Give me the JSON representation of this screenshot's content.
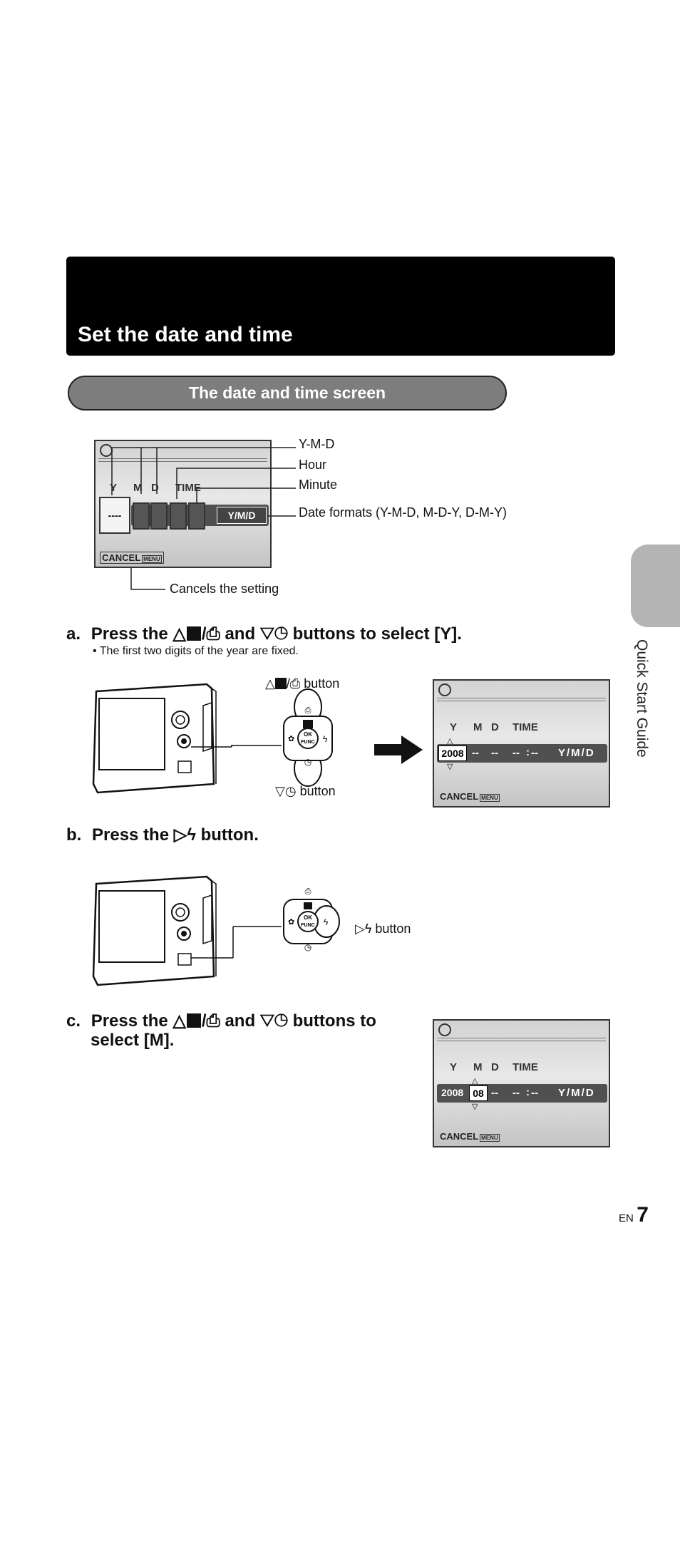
{
  "section": {
    "title": "Set the date and time",
    "subtitle": "The date and time screen"
  },
  "side_tab": {
    "label": "Quick Start Guide"
  },
  "diagram": {
    "callouts": [
      "Y-M-D",
      "Hour",
      "Minute",
      "Date formats (Y-M-D, M-D-Y, D-M-Y)",
      "Cancels the setting"
    ],
    "screen": {
      "y": "Y",
      "m": "M",
      "d": "D",
      "time": "TIME",
      "format": "Y/M/D",
      "cancel": "CANCEL",
      "menu": "MENU",
      "placeholder": "----"
    }
  },
  "step_a": {
    "letter": "a.",
    "pre": "Press the",
    "mid": "and",
    "post": "buttons to select [Y].",
    "note": "The first two digits of the year are fixed.",
    "up_label": "button",
    "down_label": "button",
    "screen": {
      "y": "Y",
      "m": "M",
      "d": "D",
      "time": "TIME",
      "year": "2008",
      "month": "--",
      "day": "--",
      "hour": "--",
      "min": "--",
      "format": "Y/M/D",
      "cancel": "CANCEL",
      "menu": "MENU"
    }
  },
  "step_b": {
    "letter": "b.",
    "pre": "Press the",
    "post": "button.",
    "right_label": "button"
  },
  "step_c": {
    "letter": "c.",
    "pre": "Press the",
    "mid": "and",
    "post": "buttons to",
    "line2": "select [M].",
    "screen": {
      "y": "Y",
      "m": "M",
      "d": "D",
      "time": "TIME",
      "year": "2008",
      "month": "08",
      "day": "--",
      "hour": "--",
      "min": "--",
      "format": "Y/M/D",
      "cancel": "CANCEL",
      "menu": "MENU"
    }
  },
  "control": {
    "ok": "OK",
    "func": "FUNC"
  },
  "footer": {
    "lang": "EN",
    "page": "7"
  }
}
